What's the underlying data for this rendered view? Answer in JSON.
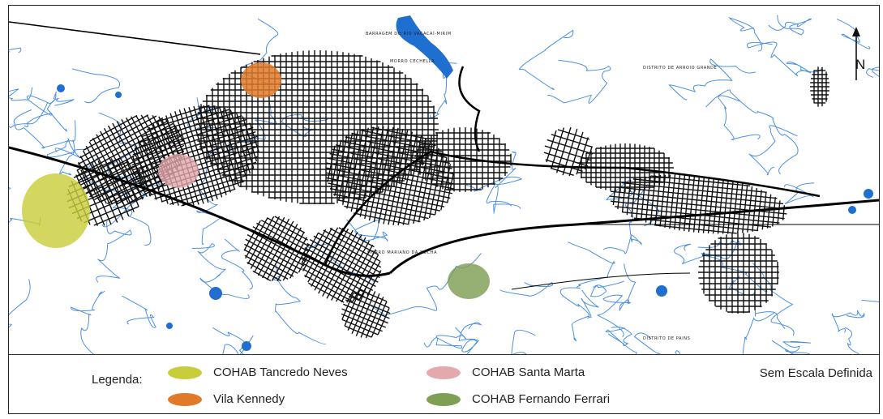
{
  "colors": {
    "tancredo_neves": "#c9cd3c",
    "vila_kennedy": "#e07a2a",
    "santa_marta": "#e3a9ad",
    "fernando_ferrari": "#7f9f55",
    "water": "#1f6fd1",
    "river": "#4a90e2",
    "streets": "#111111"
  },
  "map": {
    "north_label": "N",
    "place_labels": {
      "distrito_arroio_grande": "DISTRITO DE ARROIO GRANDE",
      "distrito_pains": "DISTRITO DE PAINS",
      "morro_cechella": "MORRO CECHELLA",
      "barragem": "BARRAGEM DO RIO VACACAÍ-MIRIM",
      "morro_mariano_da_rocha": "MORRO MARIANO DA ROCHA"
    }
  },
  "legend": {
    "title": "Legenda:",
    "items": [
      {
        "key": "tancredo_neves",
        "label": "COHAB Tancredo Neves"
      },
      {
        "key": "santa_marta",
        "label": "COHAB Santa Marta"
      },
      {
        "key": "vila_kennedy",
        "label": "Vila Kennedy"
      },
      {
        "key": "fernando_ferrari",
        "label": "COHAB Fernando Ferrari"
      }
    ]
  },
  "scale_note": "Sem Escala Definida"
}
